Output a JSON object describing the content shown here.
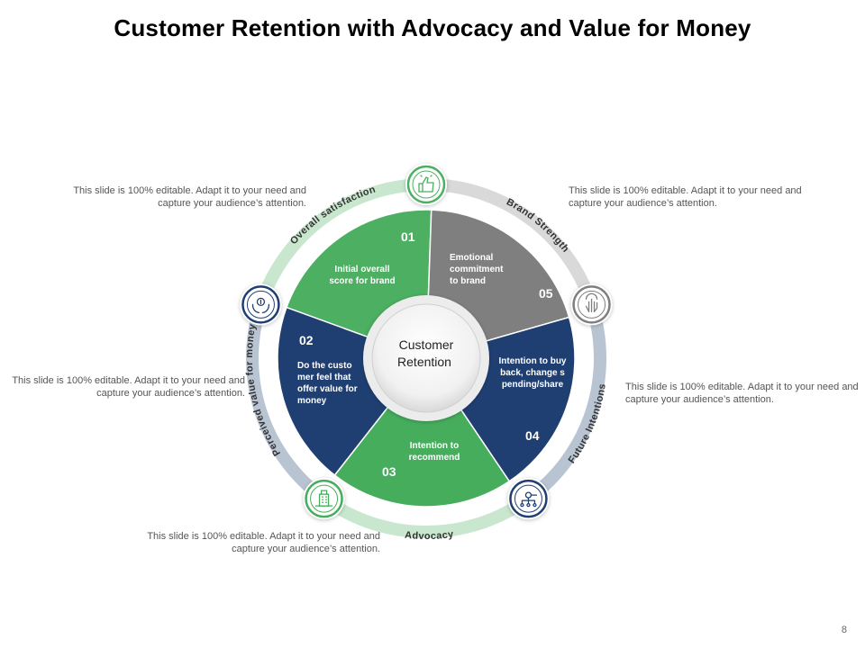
{
  "title": "Customer Retention with Advocacy and Value for Money",
  "center": {
    "line1": "Customer",
    "line2": "Retention"
  },
  "segments": [
    {
      "number": "01",
      "lines": [
        "Initial overall",
        "score for brand"
      ],
      "ring_label": "Overall satisfaction",
      "color": "#4caf61",
      "ring_color": "#c9e7cf",
      "icon": "thumbs-up-icon"
    },
    {
      "number": "05",
      "lines": [
        "Emotional",
        "commitment",
        "to brand"
      ],
      "ring_label": "Brand Strength",
      "color": "#7f7f7f",
      "ring_color": "#d9d9d9",
      "icon": "touch-gesture-icon"
    },
    {
      "number": "04",
      "lines": [
        "Intention to buy",
        "back, change s",
        "pending/share"
      ],
      "ring_label": "Future Intentions",
      "color": "#1f3f73",
      "ring_color": "#b9c4d3",
      "icon": "network-target-icon"
    },
    {
      "number": "03",
      "lines": [
        "Intention to",
        "recommend"
      ],
      "ring_label": "Advocacy",
      "color": "#46ad5d",
      "ring_color": "#c9e7cf",
      "icon": "office-building-icon"
    },
    {
      "number": "02",
      "lines": [
        "Do the custo",
        "mer feel that",
        "offer value for",
        "money"
      ],
      "ring_label": "Perceived value for money",
      "color": "#1f3f73",
      "ring_color": "#b9c4d3",
      "icon": "hands-money-icon"
    }
  ],
  "notes": {
    "top_left": "This slide is 100% editable. Adapt it to your need and capture your audience’s attention.",
    "top_right": "This slide is 100% editable. Adapt it to your need and capture your audience’s attention.",
    "mid_left": "This slide is 100% editable. Adapt it to your need and capture your audience’s attention.",
    "mid_right": "This slide is 100% editable. Adapt it to your need and capture your audience’s attention.",
    "bottom": "This slide is 100% editable. Adapt it to your need and capture your audience’s attention."
  },
  "page_number": "8"
}
